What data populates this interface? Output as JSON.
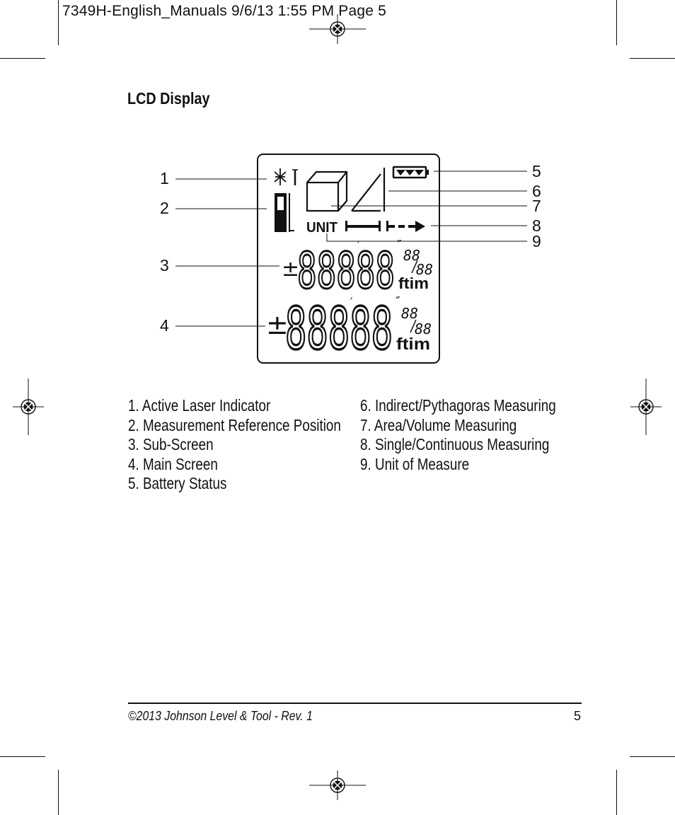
{
  "slug_line": "7349H-English_Manuals  9/6/13  1:55 PM  Page 5",
  "section_title": "LCD Display",
  "display": {
    "callouts": [
      "1",
      "2",
      "3",
      "4",
      "5",
      "6",
      "7",
      "8",
      "9"
    ],
    "unit_label": "UNIT",
    "digits": "88888",
    "unit_text": "ftim",
    "small_digits": "88",
    "small_digits_2": "88",
    "plus_minus": "±",
    "feet_mark": "′",
    "inch_mark": "″"
  },
  "legend": {
    "left": [
      "1.  Active Laser Indicator",
      "2.  Measurement Reference Position",
      "3.  Sub-Screen",
      "4.  Main Screen",
      "5.  Battery Status"
    ],
    "right": [
      "6.  Indirect/Pythagoras Measuring",
      "7.  Area/Volume Measuring",
      "8.  Single/Continuous Measuring",
      "9.  Unit of Measure"
    ]
  },
  "footer": {
    "copyright": "©2013 Johnson Level & Tool - Rev. 1",
    "page_number": "5"
  }
}
